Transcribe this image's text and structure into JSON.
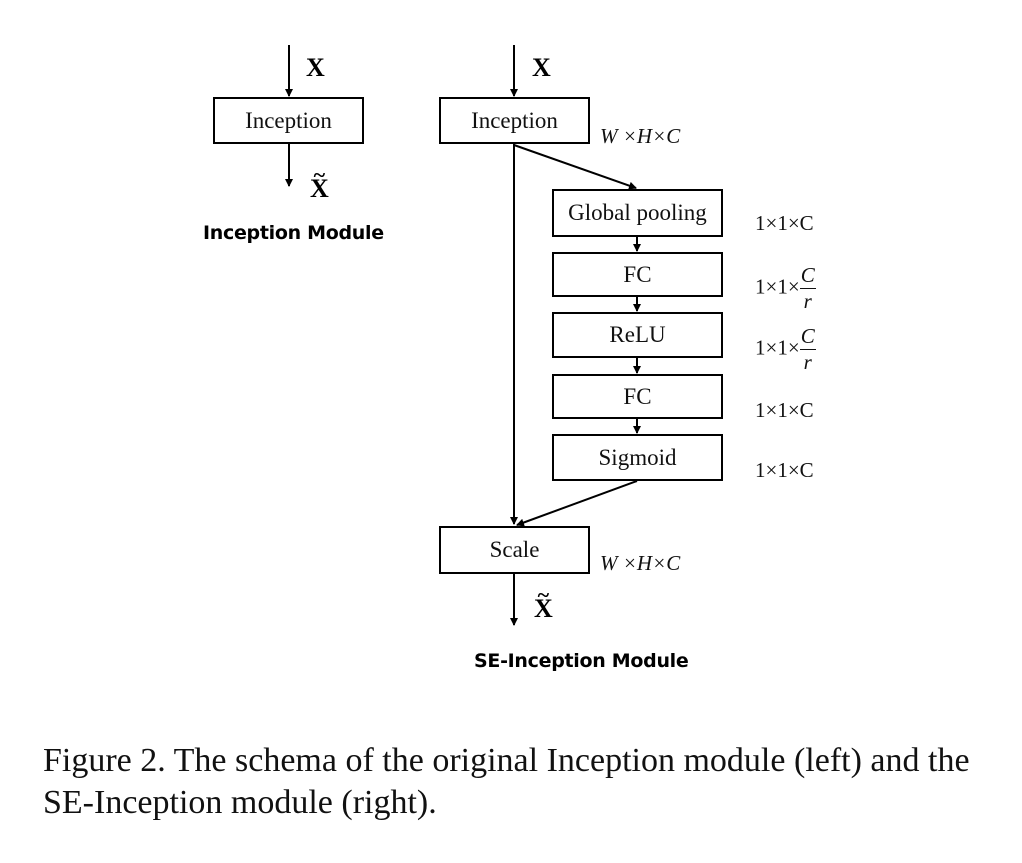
{
  "left": {
    "input": "X",
    "block": "Inception",
    "output": "X",
    "label": "Inception Module"
  },
  "right": {
    "input": "X",
    "inception": "Inception",
    "inception_dim": "W ×H×C",
    "global_pooling": "Global pooling",
    "global_pooling_dim": "1×1×C",
    "fc1": "FC",
    "fc1_dim": {
      "prefix": "1×1×",
      "num": "C",
      "den": "r"
    },
    "relu": "ReLU",
    "relu_dim": {
      "prefix": "1×1×",
      "num": "C",
      "den": "r"
    },
    "fc2": "FC",
    "fc2_dim": "1×1×C",
    "sigmoid": "Sigmoid",
    "sigmoid_dim": "1×1×C",
    "scale": "Scale",
    "scale_dim": "W ×H×C",
    "output": "X",
    "label": "SE-Inception Module"
  },
  "caption": "Figure 2. The schema of the original Inception module (left) and the SE-Inception module (right)."
}
